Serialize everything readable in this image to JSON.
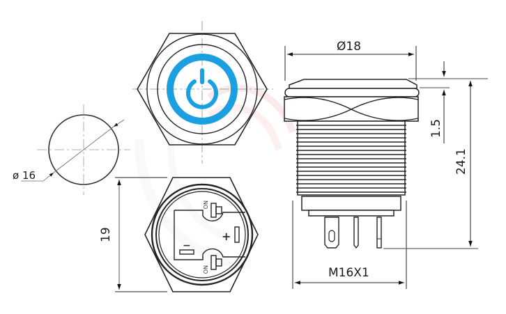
{
  "drawing": {
    "title": "Pushbutton switch dimension drawing",
    "colors": {
      "line": "#222222",
      "center_line": "#888888",
      "dim_line": "#444444",
      "power_icon": "#1a9fe0",
      "watermark": "#f3dada"
    },
    "panel_cutout": {
      "diameter_label": "ø 16"
    },
    "front_view": {
      "icon": "power-icon"
    },
    "rear_view": {
      "height_label": "19",
      "pins": [
        {
          "label": "NO",
          "position": "top"
        },
        {
          "label": "NO",
          "position": "bottom"
        }
      ],
      "symbols": {
        "plus": "+",
        "minus": "−"
      }
    },
    "side_view": {
      "diameter_label": "Ø18",
      "thread_label": "M16X1",
      "head_height_label": "1.5",
      "total_length_label": "24.1"
    }
  }
}
